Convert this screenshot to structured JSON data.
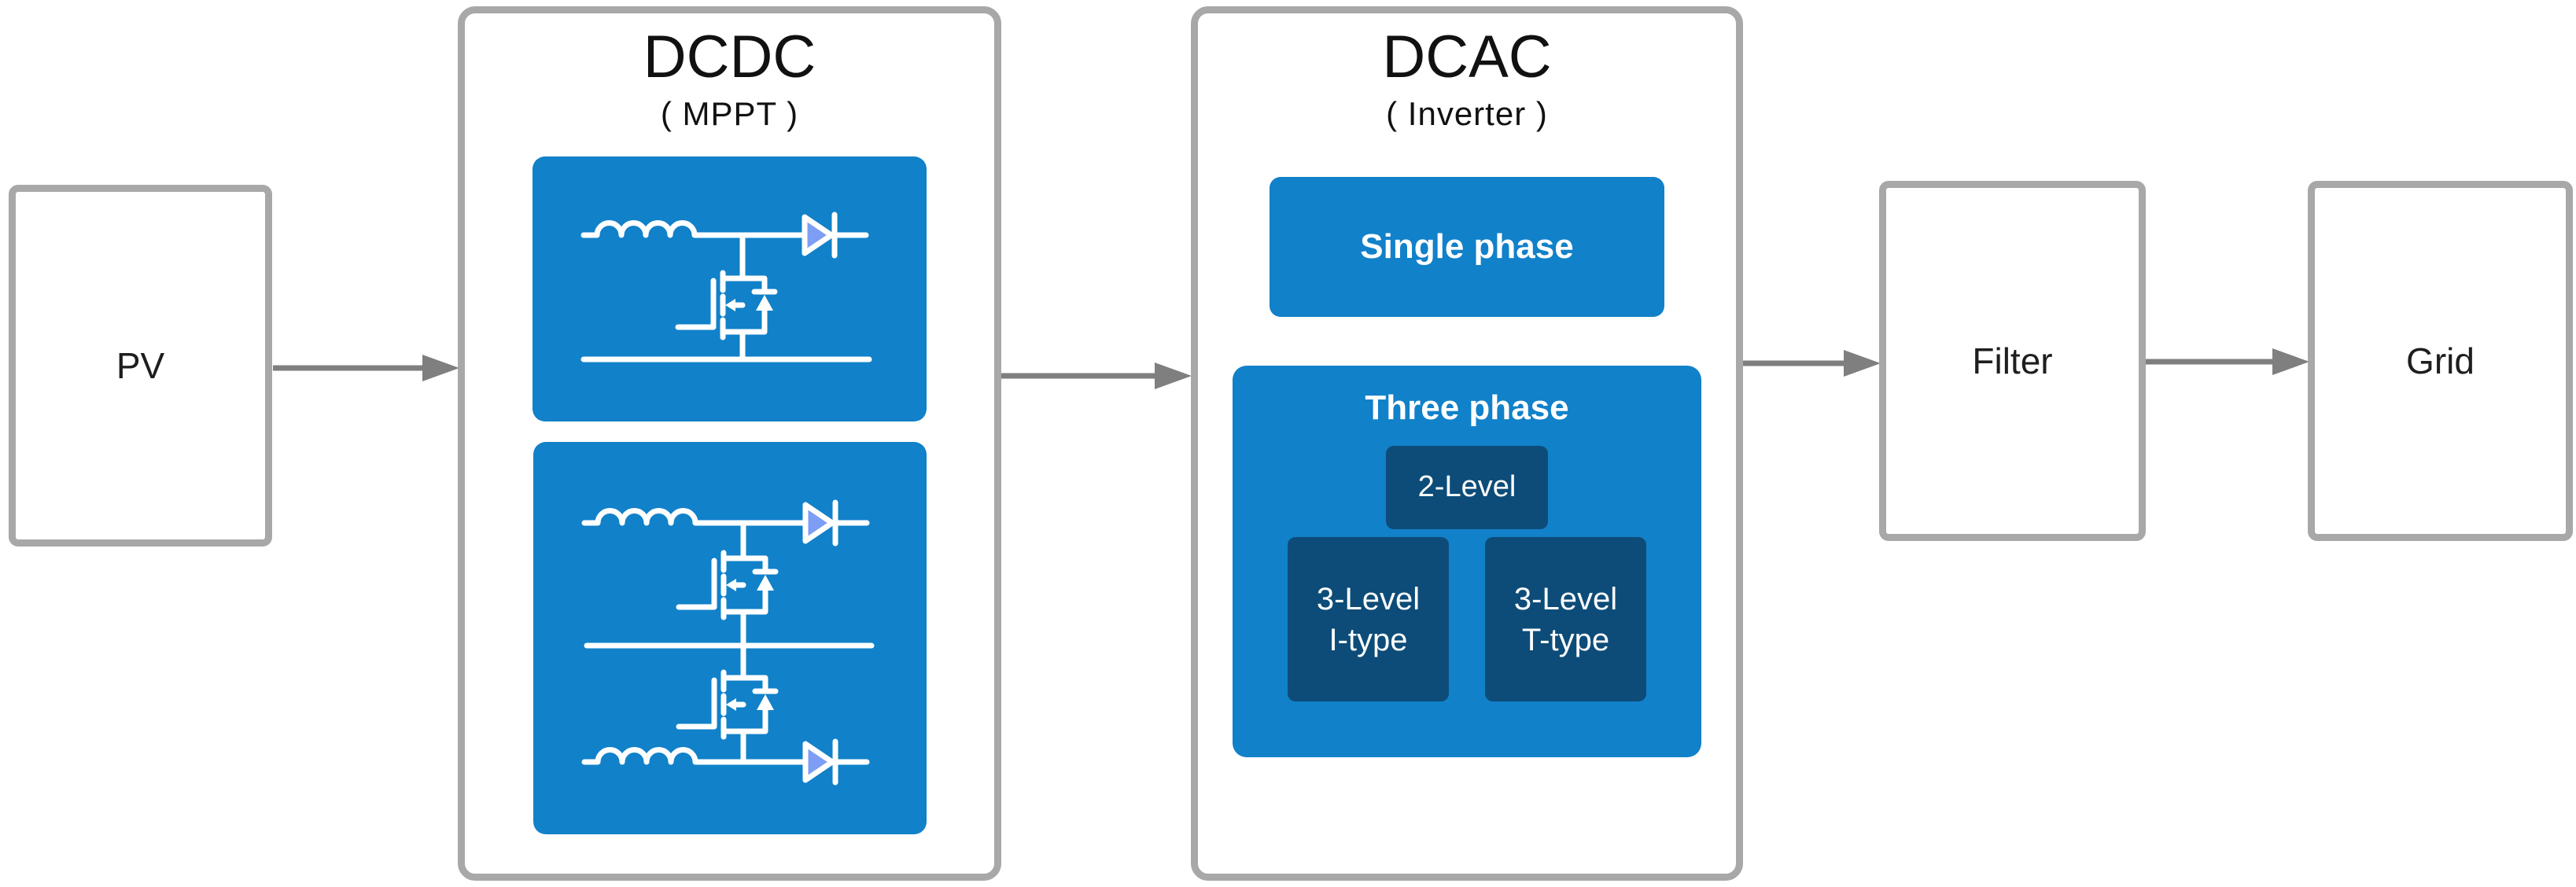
{
  "diagram": {
    "type": "power-conversion-flow",
    "nodes": {
      "pv": {
        "label": "PV"
      },
      "dcdc": {
        "title": "DCDC",
        "subtitle": "( MPPT )",
        "circuits": [
          {
            "icon": "boost-converter-circuit-icon"
          },
          {
            "icon": "dual-interleaved-boost-converter-circuit-icon"
          }
        ]
      },
      "dcac": {
        "title": "DCAC",
        "subtitle": "( Inverter )",
        "single_phase": {
          "label": "Single phase"
        },
        "three_phase": {
          "label": "Three phase",
          "options": [
            {
              "line1": "2-Level",
              "line2": ""
            },
            {
              "line1": "3-Level",
              "line2": "I-type"
            },
            {
              "line1": "3-Level",
              "line2": "T-type"
            }
          ]
        }
      },
      "filter": {
        "label": "Filter"
      },
      "grid": {
        "label": "Grid"
      }
    },
    "arrows": [
      "pv-to-dcdc",
      "dcdc-to-dcac",
      "dcac-to-filter",
      "filter-to-grid"
    ],
    "colors": {
      "accent_blue": "#1181c9",
      "dark_navy": "#0d4c78",
      "diode_fill": "#7d9ef4",
      "circuit_line": "#ffffff",
      "box_border": "#a8a8a8",
      "arrow_gray": "#7f7f7f",
      "title_text": "#111111",
      "node_text": "#1e1e1e"
    }
  }
}
